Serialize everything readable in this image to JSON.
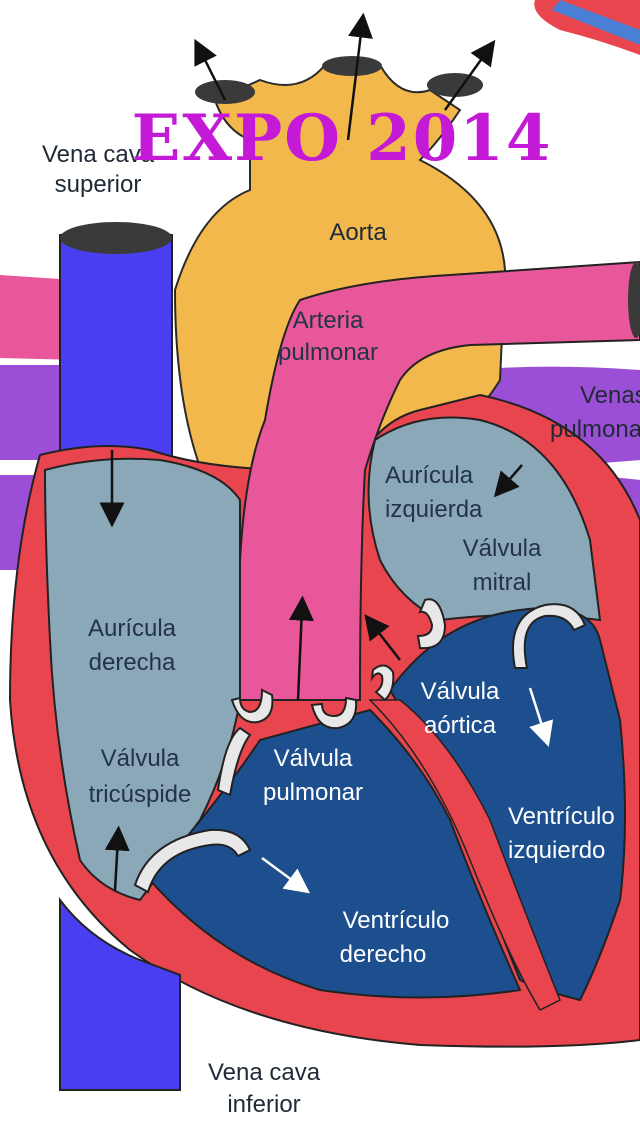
{
  "banner": {
    "text": "EXPO 2014",
    "color": "#c41ad8"
  },
  "labels": {
    "vena_cava_superior": [
      "Vena cava",
      "superior"
    ],
    "aorta": "Aorta",
    "arteria_pulmonar": [
      "Arteria",
      "pulmonar"
    ],
    "venas_pulmonares": [
      "Venas",
      "pulmonares"
    ],
    "auricula_izquierda": [
      "Aurícula",
      "izquierda"
    ],
    "valvula_mitral": [
      "Válvula",
      "mitral"
    ],
    "auricula_derecha": [
      "Aurícula",
      "derecha"
    ],
    "valvula_aortica": [
      "Válvula",
      "aórtica"
    ],
    "valvula_tricuspide": [
      "Válvula",
      "tricúspide"
    ],
    "valvula_pulmonar": [
      "Válvula",
      "pulmonar"
    ],
    "ventriculo_izquierdo": [
      "Ventrículo",
      "izquierdo"
    ],
    "ventriculo_derecho": [
      "Ventrículo",
      "derecho"
    ],
    "vena_cava_inferior": [
      "Vena cava",
      "inferior"
    ]
  },
  "colors": {
    "aorta": "#f2b84c",
    "pulmonary_artery": "#e8579a",
    "pulmonary_veins": "#9b4fd6",
    "vena_cava": "#4a3ff0",
    "heart_wall": "#e8454f",
    "atrium": "#8aa8b8",
    "ventricle": "#1d4f8f",
    "valve": "#e8e8e8"
  }
}
